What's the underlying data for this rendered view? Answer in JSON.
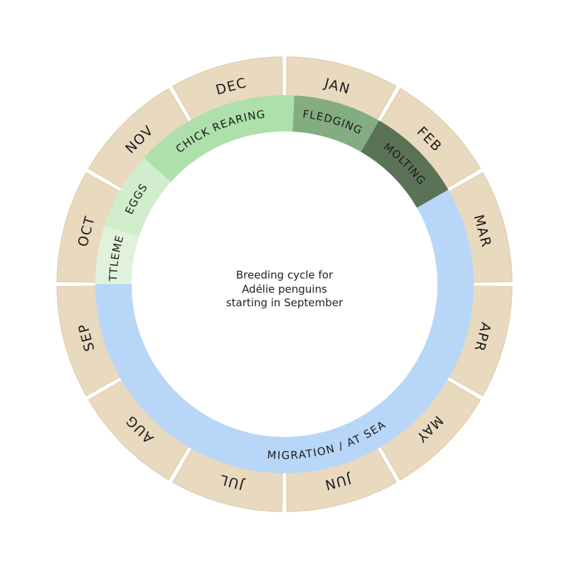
{
  "diagram": {
    "center_caption": [
      "Breeding cycle for",
      "Adélie penguins",
      "starting in September"
    ],
    "months": [
      "JAN",
      "FEB",
      "MAR",
      "APR",
      "MAY",
      "JUN",
      "JUL",
      "AUG",
      "SEP",
      "OCT",
      "NOV",
      "DEC"
    ],
    "phases": [
      {
        "id": "settlement",
        "label": "SETTLEMENT",
        "color": "#e0f2dc",
        "start_month": 8.5,
        "end_month": 9.1
      },
      {
        "id": "eggs",
        "label": "EGGS",
        "color": "#d0edcc",
        "start_month": 9.1,
        "end_month": 9.9
      },
      {
        "id": "chick-rearing",
        "label": "CHICK REARING",
        "color": "#ade0ab",
        "start_month": 9.9,
        "end_month": 11.6
      },
      {
        "id": "fledging",
        "label": "FLEDGING",
        "color": "#84ac81",
        "start_month": 11.6,
        "end_month": 12.5
      },
      {
        "id": "molting",
        "label": "MOLTING",
        "color": "#5a7357",
        "start_month": 12.5,
        "end_month": 13.5
      },
      {
        "id": "migration",
        "label": "MIGRATION / AT SEA",
        "color": "#b8d6f7",
        "start_month": 13.5,
        "end_month": 20.5
      }
    ],
    "month_tile_color": "#e8d9bf",
    "month_tile_border": "#dccbaa"
  }
}
